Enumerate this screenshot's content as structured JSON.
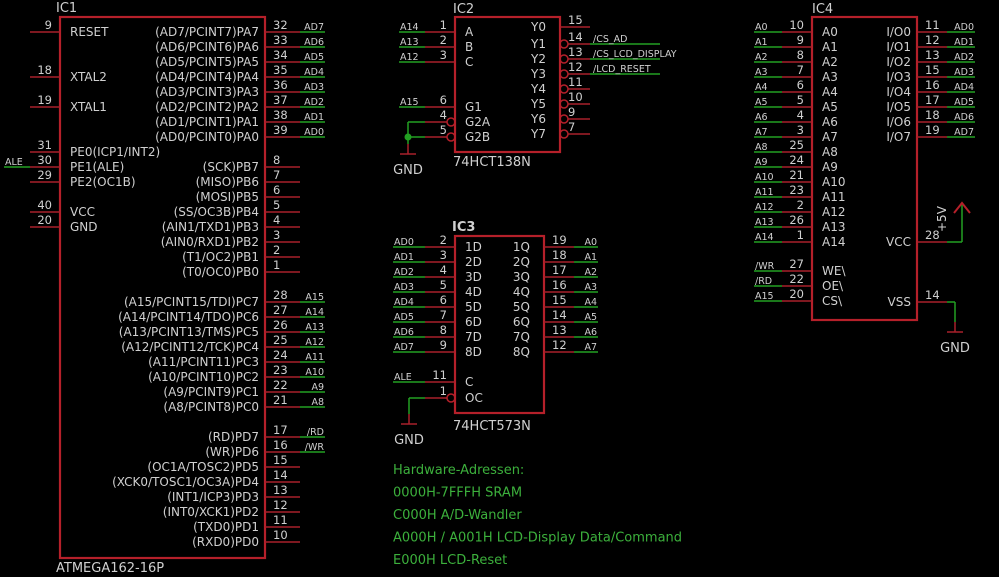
{
  "ic1": {
    "name": "IC1",
    "part": "ATMEGA162-16P",
    "left_pins": [
      {
        "num": "9",
        "label": "RESET",
        "net": ""
      },
      {
        "num": "18",
        "label": "XTAL2",
        "net": ""
      },
      {
        "num": "19",
        "label": "XTAL1",
        "net": ""
      },
      {
        "num": "31",
        "label": "PE0(ICP1/INT2)",
        "net": ""
      },
      {
        "num": "30",
        "label": "PE1(ALE)",
        "net": "ALE"
      },
      {
        "num": "29",
        "label": "PE2(OC1B)",
        "net": ""
      },
      {
        "num": "40",
        "label": "VCC",
        "net": ""
      },
      {
        "num": "20",
        "label": "GND",
        "net": ""
      }
    ],
    "right_pins": [
      {
        "num": "32",
        "label": "(AD7/PCINT7)PA7",
        "net": "AD7"
      },
      {
        "num": "33",
        "label": "(AD6/PCINT6)PA6",
        "net": "AD6"
      },
      {
        "num": "34",
        "label": "(AD5/PCINT5)PA5",
        "net": "AD5"
      },
      {
        "num": "35",
        "label": "(AD4/PCINT4)PA4",
        "net": "AD4"
      },
      {
        "num": "36",
        "label": "(AD3/PCINT3)PA3",
        "net": "AD3"
      },
      {
        "num": "37",
        "label": "(AD2/PCINT2)PA2",
        "net": "AD2"
      },
      {
        "num": "38",
        "label": "(AD1/PCINT1)PA1",
        "net": "AD1"
      },
      {
        "num": "39",
        "label": "(AD0/PCINT0)PA0",
        "net": "AD0"
      },
      {
        "num": "8",
        "label": "(SCK)PB7",
        "net": ""
      },
      {
        "num": "7",
        "label": "(MISO)PB6",
        "net": ""
      },
      {
        "num": "6",
        "label": "(MOSI)PB5",
        "net": ""
      },
      {
        "num": "5",
        "label": "(SS/OC3B)PB4",
        "net": ""
      },
      {
        "num": "4",
        "label": "(AIN1/TXD1)PB3",
        "net": ""
      },
      {
        "num": "3",
        "label": "(AIN0/RXD1)PB2",
        "net": ""
      },
      {
        "num": "2",
        "label": "(T1/OC2)PB1",
        "net": ""
      },
      {
        "num": "1",
        "label": "(T0/OC0)PB0",
        "net": ""
      },
      {
        "num": "28",
        "label": "(A15/PCINT15/TDI)PC7",
        "net": "A15"
      },
      {
        "num": "27",
        "label": "(A14/PCINT14/TDO)PC6",
        "net": "A14"
      },
      {
        "num": "26",
        "label": "(A13/PCINT13/TMS)PC5",
        "net": "A13"
      },
      {
        "num": "25",
        "label": "(A12/PCINT12/TCK)PC4",
        "net": "A12"
      },
      {
        "num": "24",
        "label": "(A11/PCINT11)PC3",
        "net": "A11"
      },
      {
        "num": "23",
        "label": "(A10/PCINT10)PC2",
        "net": "A10"
      },
      {
        "num": "22",
        "label": "(A9/PCINT9)PC1",
        "net": "A9"
      },
      {
        "num": "21",
        "label": "(A8/PCINT8)PC0",
        "net": "A8"
      },
      {
        "num": "17",
        "label": "(RD)PD7",
        "net": "/RD"
      },
      {
        "num": "16",
        "label": "(WR)PD6",
        "net": "/WR"
      },
      {
        "num": "15",
        "label": "(OC1A/TOSC2)PD5",
        "net": ""
      },
      {
        "num": "14",
        "label": "(XCK0/TOSC1/OC3A)PD4",
        "net": ""
      },
      {
        "num": "13",
        "label": "(INT1/ICP3)PD3",
        "net": ""
      },
      {
        "num": "12",
        "label": "(INT0/XCK1)PD2",
        "net": ""
      },
      {
        "num": "11",
        "label": "(TXD0)PD1",
        "net": ""
      },
      {
        "num": "10",
        "label": "(RXD0)PD0",
        "net": ""
      }
    ]
  },
  "ic2": {
    "name": "IC2",
    "part": "74HCT138N",
    "left_pins": [
      {
        "num": "1",
        "label": "A",
        "net": "A14"
      },
      {
        "num": "2",
        "label": "B",
        "net": "A13"
      },
      {
        "num": "3",
        "label": "C",
        "net": "A12"
      },
      {
        "num": "6",
        "label": "G1",
        "net": "A15"
      },
      {
        "num": "4",
        "label": "G2A",
        "net": ""
      },
      {
        "num": "5",
        "label": "G2B",
        "net": ""
      }
    ],
    "right_pins": [
      {
        "num": "15",
        "label": "Y0",
        "net": ""
      },
      {
        "num": "14",
        "label": "Y1",
        "net": "/CS_AD"
      },
      {
        "num": "13",
        "label": "Y2",
        "net": "/CS_LCD_DISPLAY"
      },
      {
        "num": "12",
        "label": "Y3",
        "net": "/LCD_RESET"
      },
      {
        "num": "11",
        "label": "Y4",
        "net": ""
      },
      {
        "num": "10",
        "label": "Y5",
        "net": ""
      },
      {
        "num": "9",
        "label": "Y6",
        "net": ""
      },
      {
        "num": "7",
        "label": "Y7",
        "net": ""
      }
    ],
    "gnd_label": "GND"
  },
  "ic3": {
    "name": "IC3",
    "part": "74HCT573N",
    "left_pins": [
      {
        "num": "2",
        "label": "1D",
        "net": "AD0"
      },
      {
        "num": "3",
        "label": "2D",
        "net": "AD1"
      },
      {
        "num": "4",
        "label": "3D",
        "net": "AD2"
      },
      {
        "num": "5",
        "label": "4D",
        "net": "AD3"
      },
      {
        "num": "6",
        "label": "5D",
        "net": "AD4"
      },
      {
        "num": "7",
        "label": "6D",
        "net": "AD5"
      },
      {
        "num": "8",
        "label": "7D",
        "net": "AD6"
      },
      {
        "num": "9",
        "label": "8D",
        "net": "AD7"
      },
      {
        "num": "11",
        "label": "C",
        "net": "ALE"
      },
      {
        "num": "1",
        "label": "OC",
        "net": ""
      }
    ],
    "right_pins": [
      {
        "num": "19",
        "label": "1Q",
        "net": "A0"
      },
      {
        "num": "18",
        "label": "2Q",
        "net": "A1"
      },
      {
        "num": "17",
        "label": "3Q",
        "net": "A2"
      },
      {
        "num": "16",
        "label": "4Q",
        "net": "A3"
      },
      {
        "num": "15",
        "label": "5Q",
        "net": "A4"
      },
      {
        "num": "14",
        "label": "6Q",
        "net": "A5"
      },
      {
        "num": "13",
        "label": "7Q",
        "net": "A6"
      },
      {
        "num": "12",
        "label": "8Q",
        "net": "A7"
      }
    ],
    "gnd_label": "GND"
  },
  "ic4": {
    "name": "IC4",
    "left_pins": [
      {
        "num": "10",
        "label": "A0",
        "net": "A0"
      },
      {
        "num": "9",
        "label": "A1",
        "net": "A1"
      },
      {
        "num": "8",
        "label": "A2",
        "net": "A2"
      },
      {
        "num": "7",
        "label": "A3",
        "net": "A3"
      },
      {
        "num": "6",
        "label": "A4",
        "net": "A4"
      },
      {
        "num": "5",
        "label": "A5",
        "net": "A5"
      },
      {
        "num": "4",
        "label": "A6",
        "net": "A6"
      },
      {
        "num": "3",
        "label": "A7",
        "net": "A7"
      },
      {
        "num": "25",
        "label": "A8",
        "net": "A8"
      },
      {
        "num": "24",
        "label": "A9",
        "net": "A9"
      },
      {
        "num": "21",
        "label": "A10",
        "net": "A10"
      },
      {
        "num": "23",
        "label": "A11",
        "net": "A11"
      },
      {
        "num": "2",
        "label": "A12",
        "net": "A12"
      },
      {
        "num": "26",
        "label": "A13",
        "net": "A13"
      },
      {
        "num": "1",
        "label": "A14",
        "net": "A14"
      },
      {
        "num": "27",
        "label": "WE\\",
        "net": "/WR"
      },
      {
        "num": "22",
        "label": "OE\\",
        "net": "/RD"
      },
      {
        "num": "20",
        "label": "CS\\",
        "net": "A15"
      }
    ],
    "right_pins": [
      {
        "num": "11",
        "label": "I/O0",
        "net": "AD0"
      },
      {
        "num": "12",
        "label": "I/O1",
        "net": "AD1"
      },
      {
        "num": "13",
        "label": "I/O2",
        "net": "AD2"
      },
      {
        "num": "15",
        "label": "I/O3",
        "net": "AD3"
      },
      {
        "num": "16",
        "label": "I/O4",
        "net": "AD4"
      },
      {
        "num": "17",
        "label": "I/O5",
        "net": "AD5"
      },
      {
        "num": "18",
        "label": "I/O6",
        "net": "AD6"
      },
      {
        "num": "19",
        "label": "I/O7",
        "net": "AD7"
      },
      {
        "num": "28",
        "label": "VCC",
        "net": ""
      },
      {
        "num": "14",
        "label": "VSS",
        "net": ""
      }
    ],
    "vcc_label": "+5V",
    "gnd_label": "GND"
  },
  "notes": [
    "Hardware-Adressen:",
    "0000H-7FFFH SRAM",
    "C000H A/D-Wandler",
    "A000H / A001H LCD-Display Data/Command",
    "E000H LCD-Reset"
  ],
  "colors": {
    "background": "#000000",
    "outline": "#b5202a",
    "wire": "#22a022",
    "text": "#d0d0d0",
    "note": "#3cb03c"
  }
}
